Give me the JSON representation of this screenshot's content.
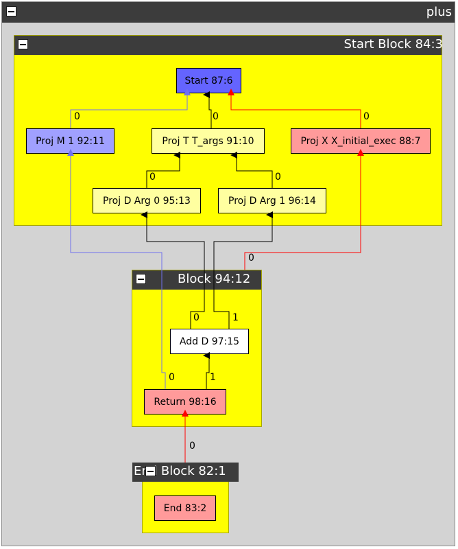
{
  "window": {
    "title": "plus"
  },
  "blocks": {
    "start": {
      "title": "Start Block  84:3"
    },
    "mid": {
      "title": "Block  94:12"
    },
    "end": {
      "title": "End Block  82:1"
    }
  },
  "nodes": {
    "start": "Start  87:6",
    "proj_m": "Proj M 1 92:11",
    "proj_t": "Proj T T_args 91:10",
    "proj_x": "Proj X X_initial_exec 88:7",
    "proj_d0": "Proj D Arg 0 95:13",
    "proj_d1": "Proj D Arg 1 96:14",
    "add": "Add D 97:15",
    "ret": "Return  98:16",
    "end": "End  83:2"
  },
  "edge_labels": {
    "projm_start": "0",
    "projt_start": "0",
    "projx_start": "0",
    "d0_projt": "0",
    "d1_projt": "0",
    "add_d0": "0",
    "add_d1": "1",
    "ret_mem": "0",
    "ret_add": "1",
    "ret_x": "0",
    "end_ret": "0"
  },
  "colors": {
    "memory_edge": "#7070ee",
    "control_edge": "#ff0000",
    "data_edge": "#000000",
    "block_fill": "#ffff00",
    "start_node": "#6464ff",
    "proj_m": "#a0a0ff",
    "proj_data": "#ffffa0",
    "proj_x": "#ff9a9a",
    "add": "#ffffff",
    "return": "#ff9a9a",
    "end": "#ff9a9a"
  }
}
